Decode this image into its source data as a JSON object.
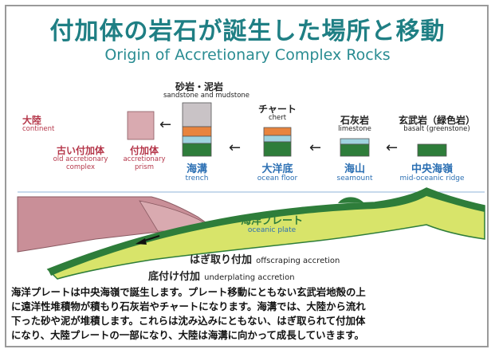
{
  "title": {
    "jp": "付加体の岩石が誕生した場所と移動",
    "en": "Origin of Accretionary Complex Rocks"
  },
  "rocks": {
    "sandstone": {
      "jp": "砂岩・泥岩",
      "en": "sandstone and mudstone"
    },
    "chert": {
      "jp": "チャート",
      "en": "chert"
    },
    "limestone": {
      "jp": "石灰岩",
      "en": "limestone"
    },
    "basalt": {
      "jp": "玄武岩（緑色岩）",
      "en": "basalt (greenstone)"
    }
  },
  "places": {
    "continent": {
      "jp": "大陸",
      "en": "continent"
    },
    "old_complex": {
      "jp": "古い付加体",
      "en": "old accretionary complex"
    },
    "prism": {
      "jp": "付加体",
      "en": "accretionary prism"
    },
    "trench": {
      "jp": "海溝",
      "en": "trench"
    },
    "ocean_floor": {
      "jp": "大洋底",
      "en": "ocean floor"
    },
    "seamount": {
      "jp": "海山",
      "en": "seamount"
    },
    "ridge": {
      "jp": "中央海嶺",
      "en": "mid-oceanic ridge"
    }
  },
  "plate": {
    "jp": "海洋プレート",
    "en": "oceanic plate"
  },
  "processes": {
    "offscraping": {
      "jp": "はぎ取り付加",
      "en": "offscraping accretion"
    },
    "underplating": {
      "jp": "底付け付加",
      "en": "underplating accretion"
    }
  },
  "arrows": {
    "left": "←"
  },
  "colors": {
    "title": "#1f7f84",
    "red_label": "#b5374a",
    "blue_label": "#2b6fb3",
    "basalt": "#2e7d3a",
    "limestone": "#9fd3df",
    "chert": "#e8843e",
    "sandstone": "#c9c3c6",
    "continent": "#c98f98",
    "plate": "#d8e46a"
  },
  "description": [
    "海洋プレートは中央海嶺で誕生します。プレート移動にともない玄武岩地殻の上",
    "に遠洋性堆積物が積もり石灰岩やチャートになります。海溝では、大陸から流れ",
    "下った砂や泥が堆積します。これらは沈み込みにともない、はぎ取られて付加体",
    "になり、大陸プレートの一部になり、大陸は海溝に向かって成長していきます。"
  ]
}
